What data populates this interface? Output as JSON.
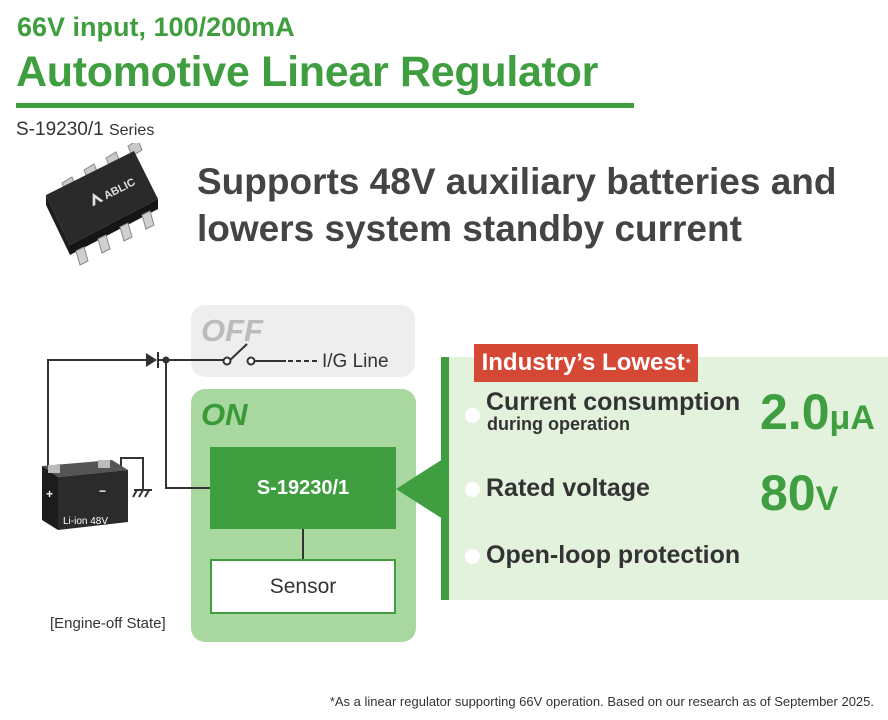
{
  "header": {
    "subtitle": "66V input, 100/200mA",
    "title": "Automotive Linear Regulator",
    "series_code": "S-19230/1",
    "series_word": "Series"
  },
  "chip": {
    "logo_text": "ABLIC"
  },
  "headline": {
    "line1": "Supports 48V auxiliary batteries and",
    "line2": "lowers system standby current"
  },
  "diagram": {
    "off_label": "OFF",
    "ig_line": "I/G Line",
    "on_label": "ON",
    "ic_label": "S-19230/1",
    "sensor_label": "Sensor",
    "battery_label": "Li-ion 48V",
    "battery_plus": "+",
    "battery_minus": "−",
    "state_caption": "[Engine-off State]"
  },
  "features": {
    "badge": "Industry’s Lowest",
    "badge_mark": "*",
    "items": [
      {
        "label": "Current consumption",
        "sublabel": "during operation",
        "value": "2.0",
        "unit": "μA"
      },
      {
        "label": "Rated voltage",
        "value": "80",
        "unit": "V"
      },
      {
        "label": "Open-loop protection"
      }
    ]
  },
  "footnote": "*As a linear regulator supporting 66V operation. Based on our research as of September 2025.",
  "colors": {
    "brand_green": "#3f9e3f",
    "on_bg": "#a8d8a0",
    "panel_bg": "#e2f2dc",
    "badge_red": "#d64836"
  }
}
